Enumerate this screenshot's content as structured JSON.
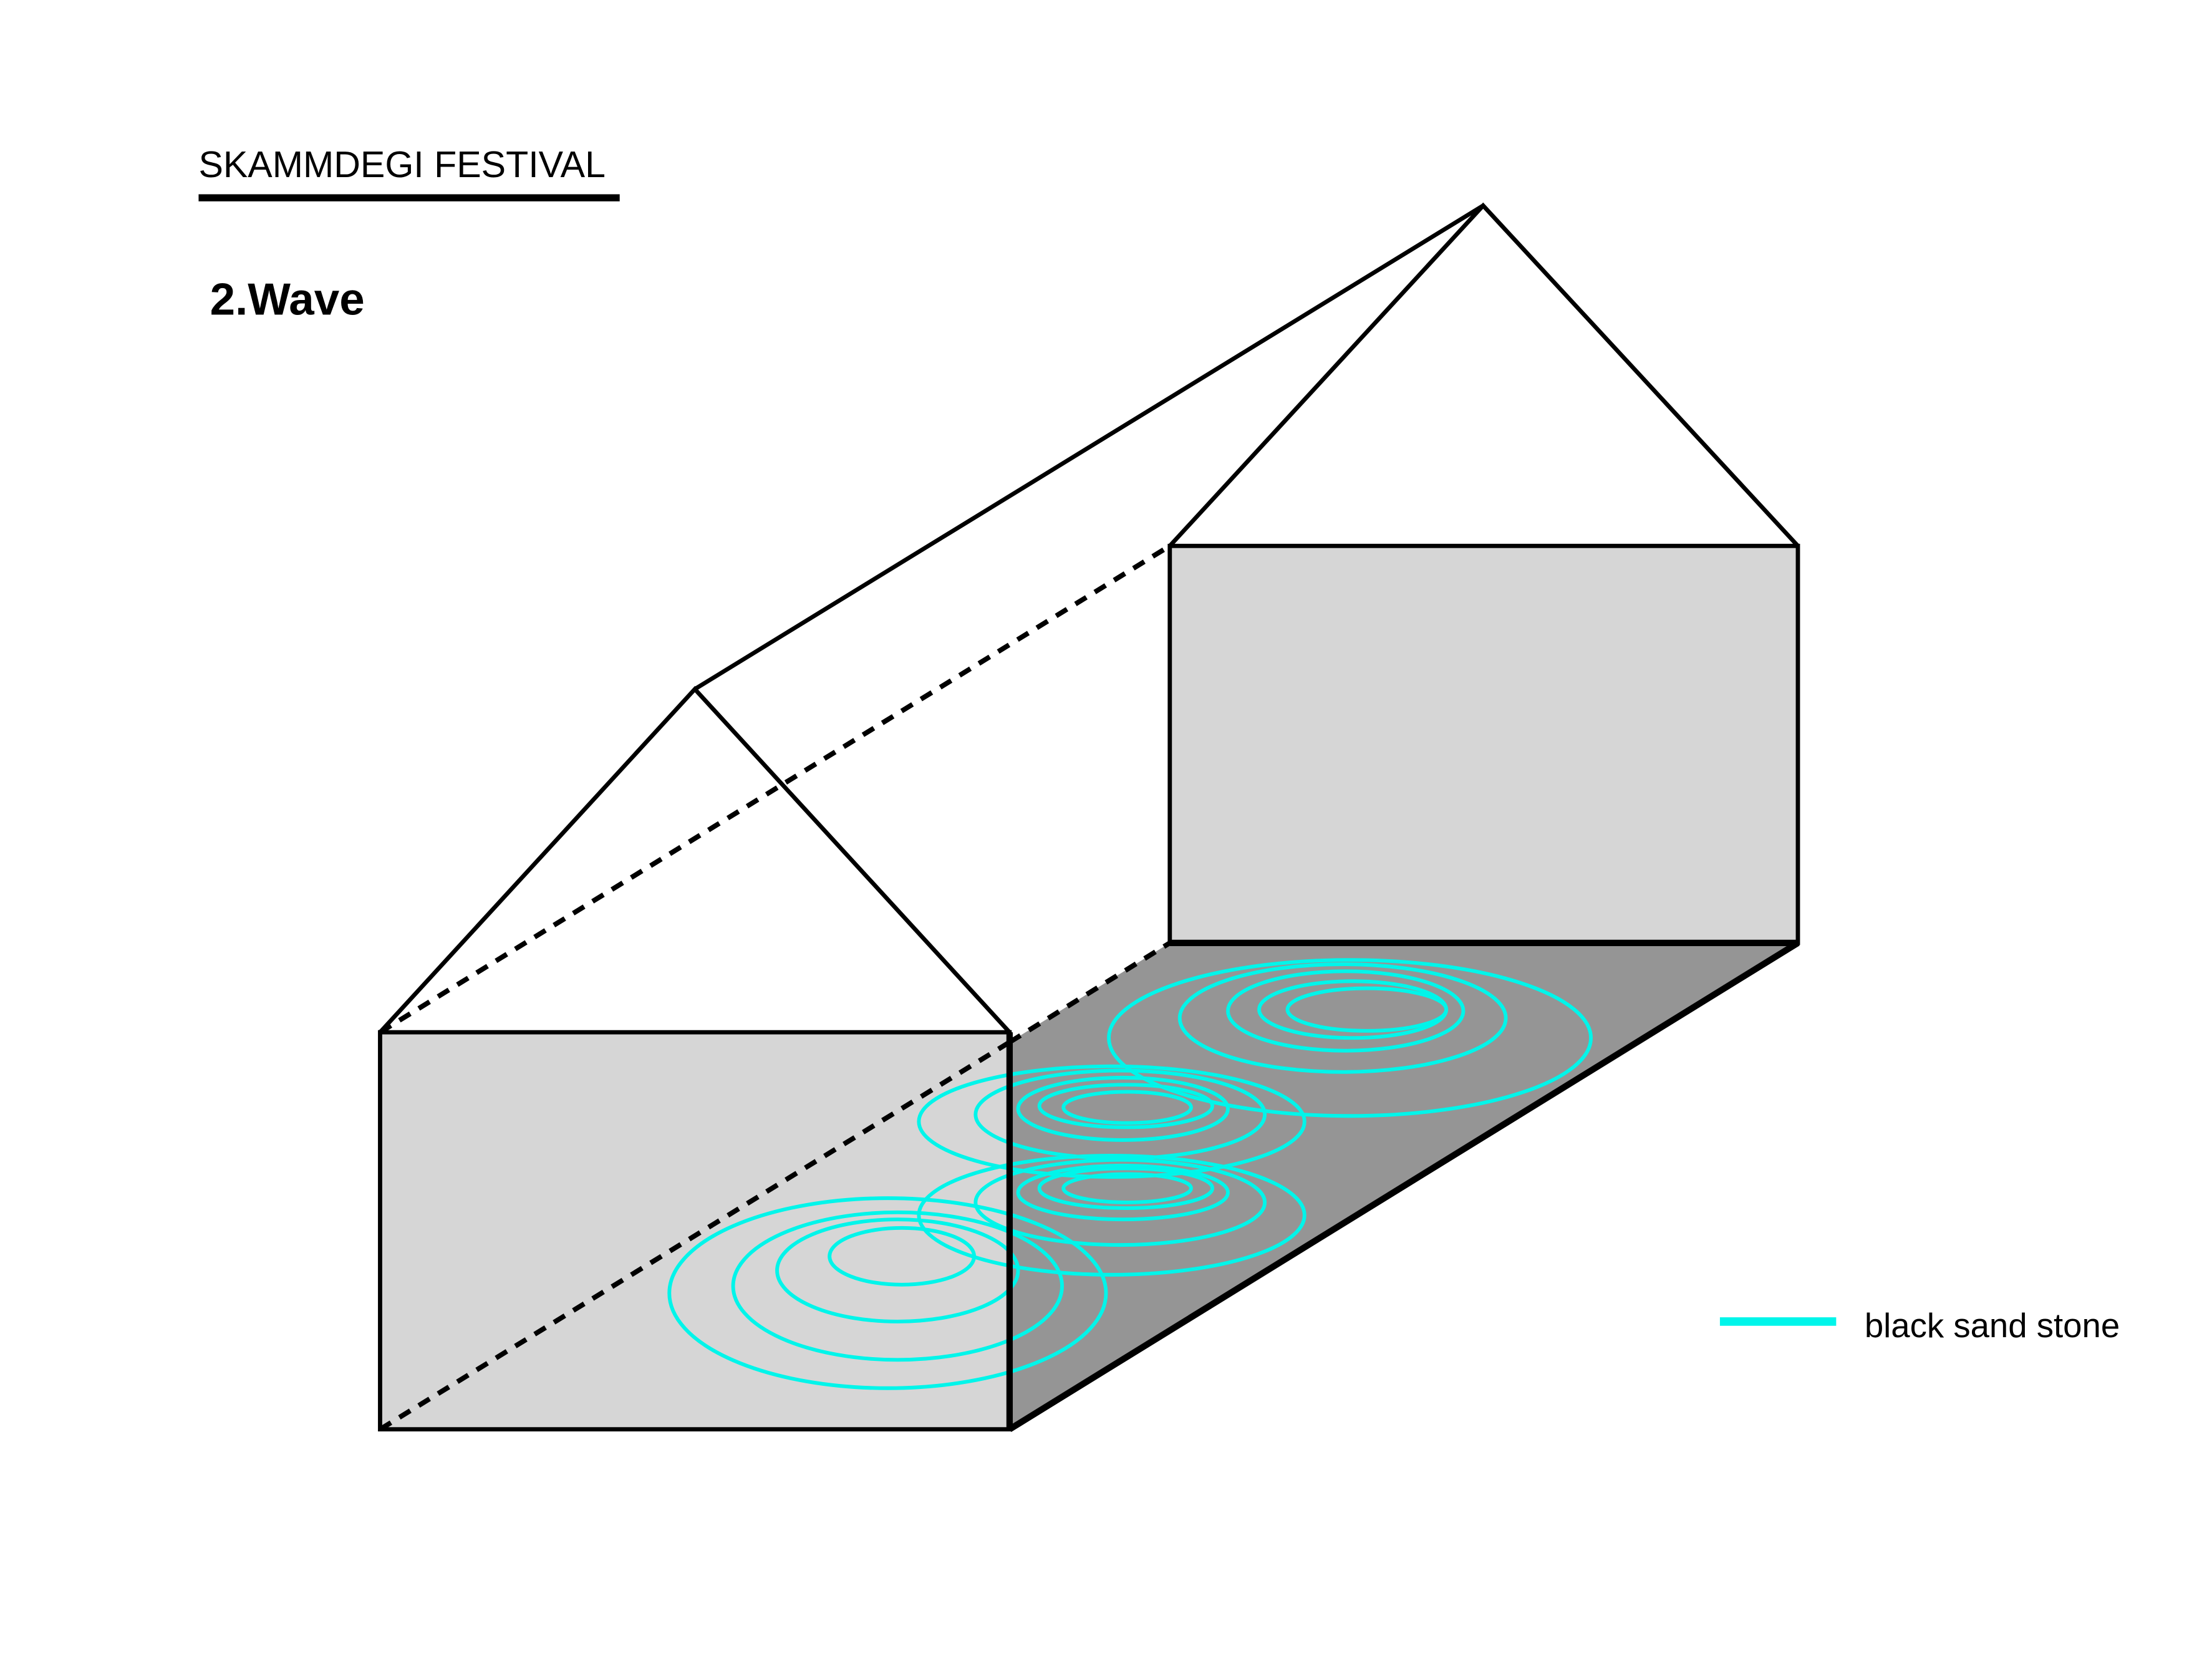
{
  "header": {
    "title": "SKAMMDEGI FESTIVAL",
    "subtitle": "2.Wave"
  },
  "legend": {
    "items": [
      {
        "label": "black sand stone",
        "color": "#00f5ea"
      }
    ]
  },
  "colors": {
    "wall": "#d6d6d6",
    "floor": "#959595",
    "wave": "#00f5ea"
  }
}
